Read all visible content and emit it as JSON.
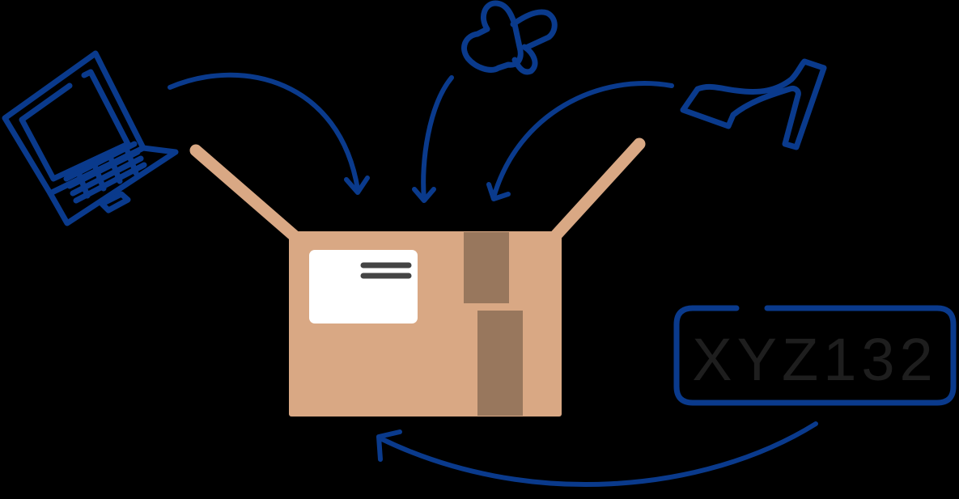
{
  "illustration": {
    "theme": "items-packed-into-shipping-box",
    "colors": {
      "background": "#000000",
      "line_blue": "#0a3a8c",
      "box_tan": "#d9a884",
      "tape_brown": "#98775d",
      "label_white": "#ffffff",
      "label_lines": "#444444",
      "plate_text": "#1e1e1e"
    },
    "items": [
      {
        "name": "laptop",
        "icon": "laptop-icon"
      },
      {
        "name": "pacifier",
        "icon": "pacifier-icon"
      },
      {
        "name": "high-heel shoe",
        "icon": "high-heel-icon"
      },
      {
        "name": "license plate",
        "icon": "license-plate-icon"
      }
    ],
    "license_plate": {
      "text": "XYZ132"
    },
    "box": {
      "label": "shipping-label",
      "tape": "packing-tape"
    }
  }
}
